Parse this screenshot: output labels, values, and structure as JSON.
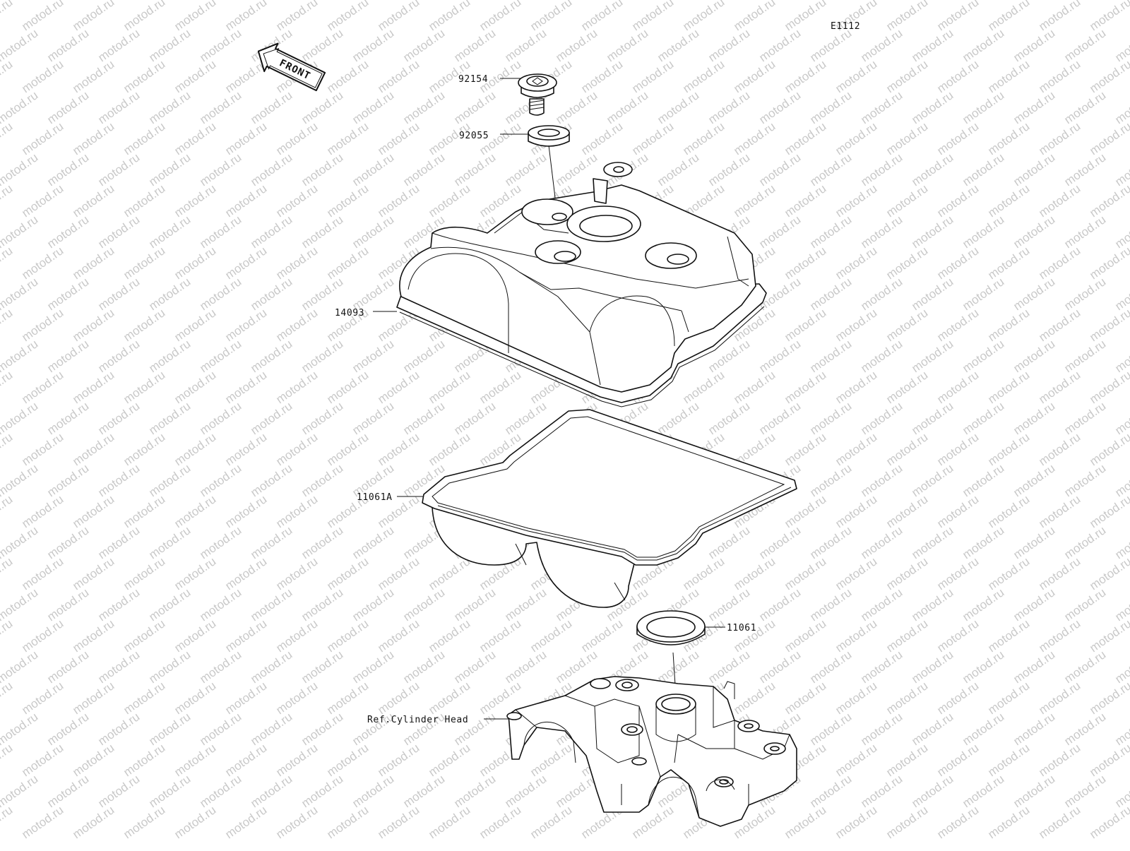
{
  "diagram": {
    "figure_code": "E1112",
    "front_label": "FRONT",
    "watermark": "motod.ru",
    "callouts": [
      {
        "id": "bolt",
        "part_number": "92154"
      },
      {
        "id": "grommet",
        "part_number": "92055"
      },
      {
        "id": "cover",
        "part_number": "14093"
      },
      {
        "id": "gasket",
        "part_number": "11061A"
      },
      {
        "id": "plug-gasket",
        "part_number": "11061"
      },
      {
        "id": "cylinder-head",
        "part_number": "Ref.Cylinder Head"
      }
    ]
  }
}
